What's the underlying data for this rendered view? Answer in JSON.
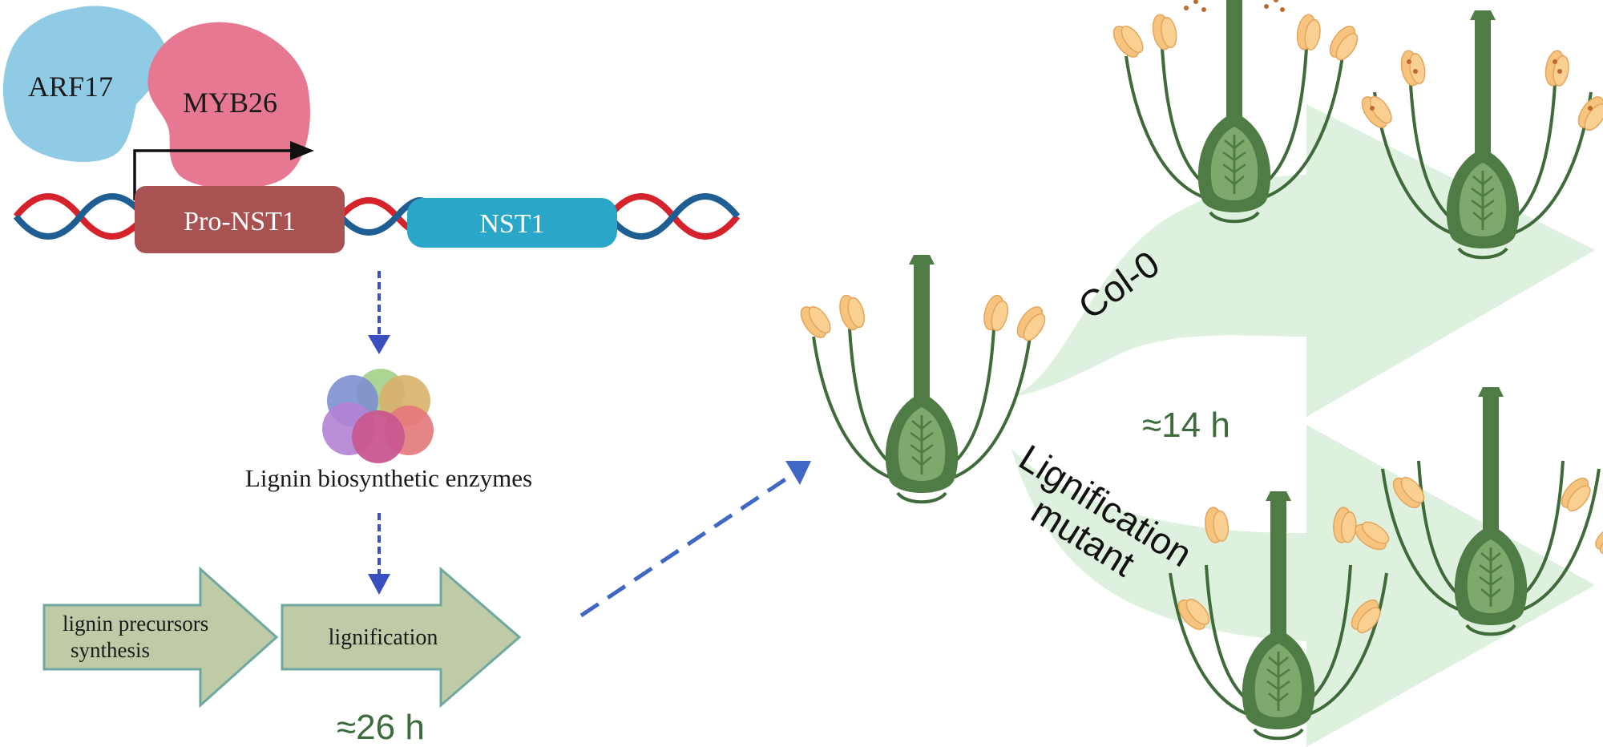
{
  "colors": {
    "arf17": "#8fcbe4",
    "myb26": "#e67891",
    "promoter": "#a85252",
    "nst1": "#2aa6c8",
    "dna_red": "#d6222a",
    "dna_blue": "#1f5e93",
    "dash_arrow": "#3a4fbf",
    "box_fill": "#bfcaa6",
    "box_stroke": "#6fa8a0",
    "time_text": "#3d6b3d",
    "big_arrow": "#dcefdc",
    "flower_stem": "#4f7c45",
    "flower_light": "#7ea86c",
    "anther": "#f7c47f"
  },
  "labels": {
    "arf17": "ARF17",
    "myb26": "MYB26",
    "pro_nst1": "Pro-NST1",
    "nst1": "NST1",
    "enzymes": "Lignin biosynthetic enzymes",
    "precursors_line1": "lignin precursors",
    "precursors_line2": "synthesis",
    "lignification": "lignification",
    "time_26": "≈26 h",
    "time_14": "≈14 h",
    "col0": "Col-0",
    "mutant_line1": "Lignification",
    "mutant_line2": "mutant"
  }
}
